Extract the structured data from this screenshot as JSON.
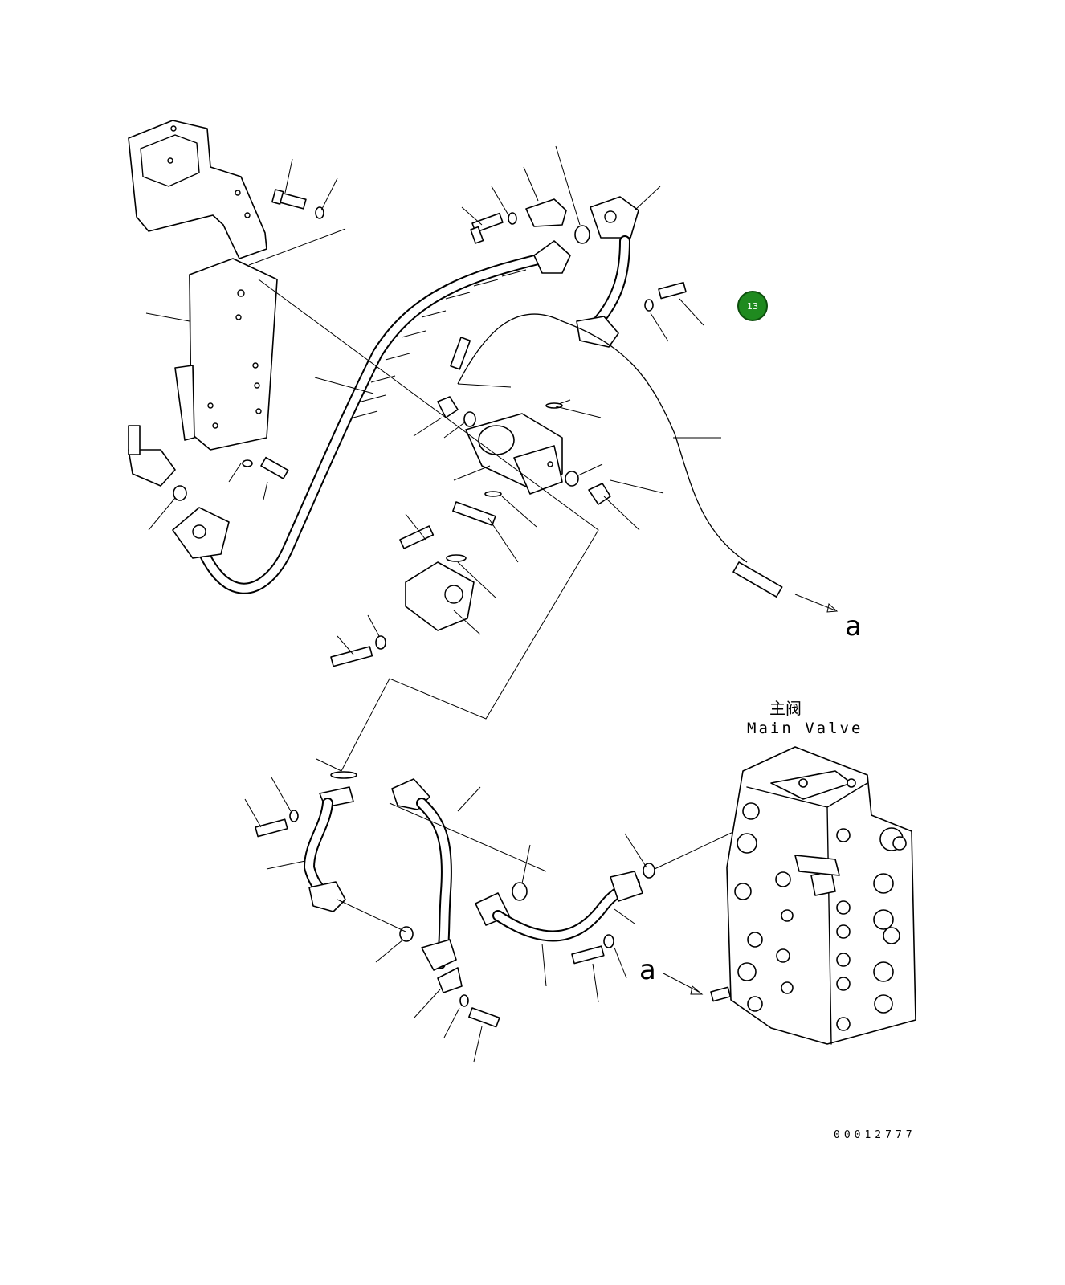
{
  "diagram": {
    "main_valve_label_cn": "主阀",
    "main_valve_label_en": "Main Valve",
    "reference_marker_top": "a",
    "reference_marker_bottom": "a",
    "callout_badge": "13",
    "callout_badge_color": "#1f8a1f",
    "document_number": "00012777"
  }
}
